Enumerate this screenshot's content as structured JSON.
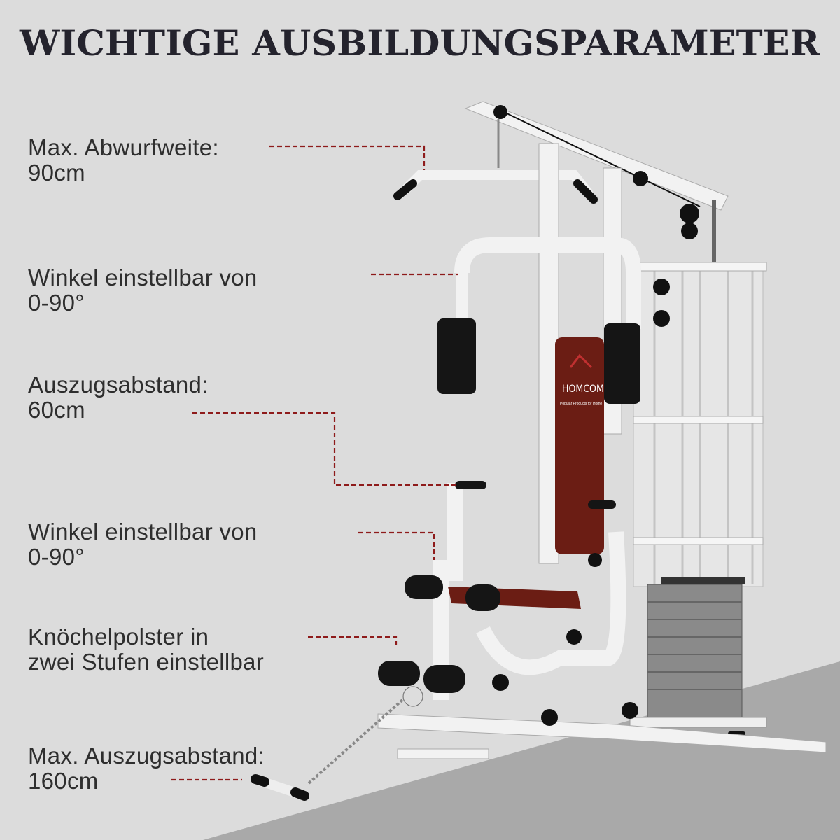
{
  "title": "WICHTIGE AUSBILDUNGSPARAMETER",
  "annotations": [
    {
      "line1": "Max. Abwurfweite:",
      "line2": "90cm"
    },
    {
      "line1": "Winkel einstellbar von",
      "line2": "0-90°"
    },
    {
      "line1": "Auszugsabstand:",
      "line2": "60cm"
    },
    {
      "line1": "Winkel einstellbar von",
      "line2": "0-90°"
    },
    {
      "line1": "Knöchelpolster in",
      "line2": "zwei Stufen einstellbar"
    },
    {
      "line1": "Max. Auszugsabstand:",
      "line2": "160cm"
    }
  ],
  "brand": {
    "name": "HOMCOM",
    "tagline": "Popular Products for Home"
  },
  "colors": {
    "background": "#dcdcdc",
    "floor": "#a9a9a9",
    "title": "#24232d",
    "leader_line": "#8e1b1b",
    "seat_pad": "#6b1d14",
    "frame": "#f2f2f2",
    "foam": "#151515"
  }
}
